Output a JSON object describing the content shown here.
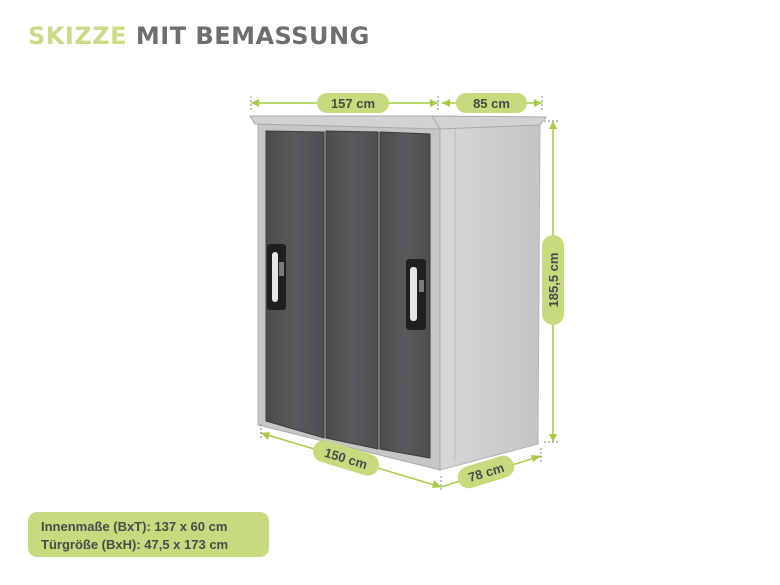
{
  "title": {
    "part1": "SKIZZE",
    "part2": "MIT BEMASSUNG"
  },
  "colors": {
    "accent": "#c5db7e",
    "body_light": "#c9c9c9",
    "side_panel": "#d6d6d6",
    "door_dark": "#545457",
    "text_gray": "#6e6e6e"
  },
  "dimensions": {
    "top_width": "157 cm",
    "top_depth": "85 cm",
    "height": "185,5 cm",
    "bottom_width": "150 cm",
    "bottom_depth": "78 cm"
  },
  "info": {
    "inner": "Innenmaße (BxT): 137 x 60 cm",
    "door": "Türgröße (BxH): 47,5 x 173 cm"
  }
}
